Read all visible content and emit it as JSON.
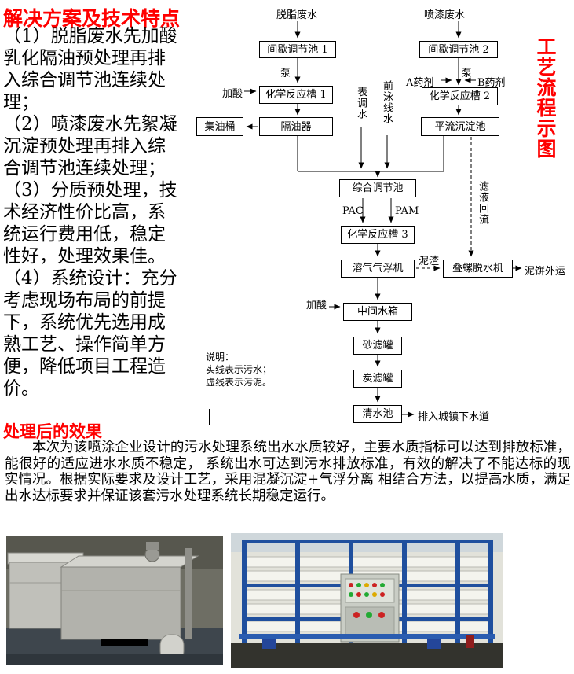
{
  "solution": {
    "heading": "解决方案及技术特点",
    "lines": [
      "（1）脱脂废水先加酸",
      "乳化隔油预处理再排",
      "入综合调节池连续处",
      "理；",
      "（2）喷漆废水先絮凝",
      "沉淀预处理再排入综",
      "合调节池连续处理；",
      "（3）分质预处理，技",
      "术经济性价比高，系",
      "统运行费用低，稳定",
      "性好，处理效果佳。",
      "（4）系统设计：充分",
      "考虑现场布局的前提",
      "下，系统优先选用成",
      "熟工艺、操作简单方",
      "便，降低项目工程造",
      "价。"
    ]
  },
  "flowchart": {
    "side_title": "工艺流程示图",
    "source_left": "脱脂废水",
    "source_right": "喷漆废水",
    "boxes": {
      "batch_tank1": "间歇调节池 1",
      "batch_tank2": "间歇调节池 2",
      "reactor1": "化学反应槽 1",
      "reactor2": "化学反应槽 2",
      "oil_barrel": "集油桶",
      "oil_separator": "隔油器",
      "sedimentation": "平流沉淀池",
      "combined_tank": "综合调节池",
      "reactor3": "化学反应槽 3",
      "daf_machine": "溶气气浮机",
      "screw_press": "叠螺脱水机",
      "middle_tank": "中间水箱",
      "sand_filter": "砂滤罐",
      "carbon_filter": "炭滤罐",
      "clear_tank": "清水池"
    },
    "labels": {
      "pump_left": "泵",
      "pump_right": "泵",
      "add_acid_1": "加酸",
      "add_acid_2": "加酸",
      "agent_a": "A药剂",
      "agent_b": "B药剂",
      "surface_adjust_water": "表调水",
      "front_line_water": "前泳线水",
      "pac": "PAC",
      "pam": "PAM",
      "sludge": "泥渣",
      "filtrate_return": "滤液回流",
      "cake_out": "泥饼外运",
      "discharge": "排入城镇下水道"
    },
    "legend": [
      "说明：",
      "实线表示污水；",
      "虚线表示污泥。"
    ]
  },
  "effect": {
    "heading": "处理后的效果",
    "body": "本次为该喷涂企业设计的污水处理系统出水水质较好，主要水质指标可以达到排放标准，能很好的适应进水水质不稳定， 系统出水可达到污水排放标准，有效的解决了不能达标的现实情况。根据实际要求及设计工艺，采用混凝沉淀+气浮分离 相结合方法，以提高水质，满足出水达标要求并保证该套污水处理系统长期稳定运行。"
  },
  "colors": {
    "heading_red": "#ff0000",
    "line_black": "#000000"
  }
}
